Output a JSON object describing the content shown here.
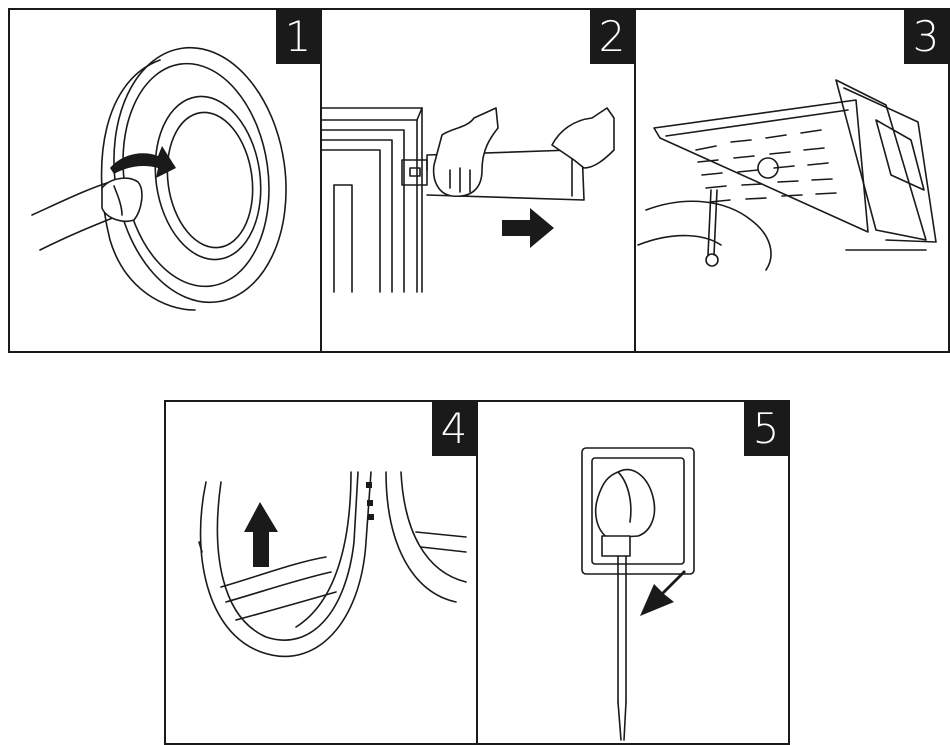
{
  "steps": [
    {
      "number": "1",
      "icon": "door-seal-icon"
    },
    {
      "number": "2",
      "icon": "detergent-drawer-pull-icon"
    },
    {
      "number": "3",
      "icon": "drawer-dispenser-icon"
    },
    {
      "number": "4",
      "icon": "door-gasket-icon"
    },
    {
      "number": "5",
      "icon": "unplug-icon"
    }
  ],
  "colors": {
    "ink": "#1a1a1a",
    "background": "#ffffff"
  }
}
